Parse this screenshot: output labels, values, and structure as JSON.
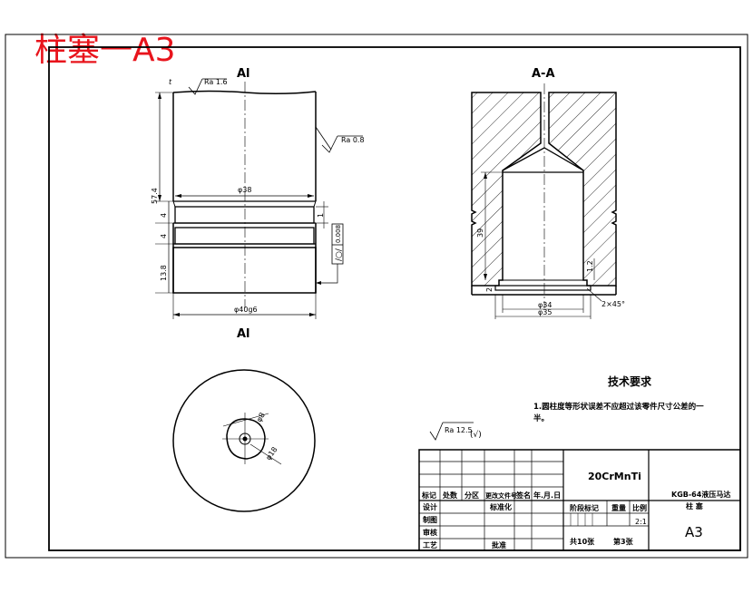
{
  "title_overlay": "柱塞一A3",
  "views": {
    "front_label": "Al",
    "bottom_label": "Al",
    "section_label": "A-A"
  },
  "dims": {
    "top_t": "t",
    "rough_top": "Ra 1.6",
    "rough_side": "Ra 0.8",
    "dia_upper": "φ38",
    "height_total": "57.4",
    "h_groove1": "4",
    "h_groove2": "4",
    "h_lower": "13.8",
    "groove_1": "1",
    "tol_value": "0.008",
    "dia_bottom": "φ40g6",
    "bottom_dia2": "φ8",
    "bottom_dia3": "φ18",
    "sec_height": "39",
    "sec_small": "1.2",
    "sec_left": "2",
    "sec_dia1": "φ34",
    "sec_dia2": "φ35",
    "chamfer": "2×45°",
    "rough_general": "Ra 12.5",
    "rough_general_suffix": "(√)"
  },
  "tech": {
    "heading": "技术要求",
    "line1": "1.圆柱度等形状误差不应超过该零件尺寸公差的一",
    "line2": "半。"
  },
  "titleblock": {
    "material": "20CrMnTi",
    "drawing_name": "KGB-64液压马达",
    "part_name": "柱 塞",
    "sheet_size": "A3",
    "scale": "2:1",
    "col_mark": "标记",
    "col_count": "处数",
    "col_zone": "分区",
    "col_docno": "更改文件号",
    "col_sign": "签名",
    "col_date": "年.月.日",
    "design": "设计",
    "standardize": "标准化",
    "stage_mark": "阶段标记",
    "weight": "重量",
    "ratio": "比例",
    "draft": "制图",
    "check": "审核",
    "process": "工艺",
    "approve": "批准",
    "sheets_total": "共10张",
    "sheet_no": "第3张"
  }
}
